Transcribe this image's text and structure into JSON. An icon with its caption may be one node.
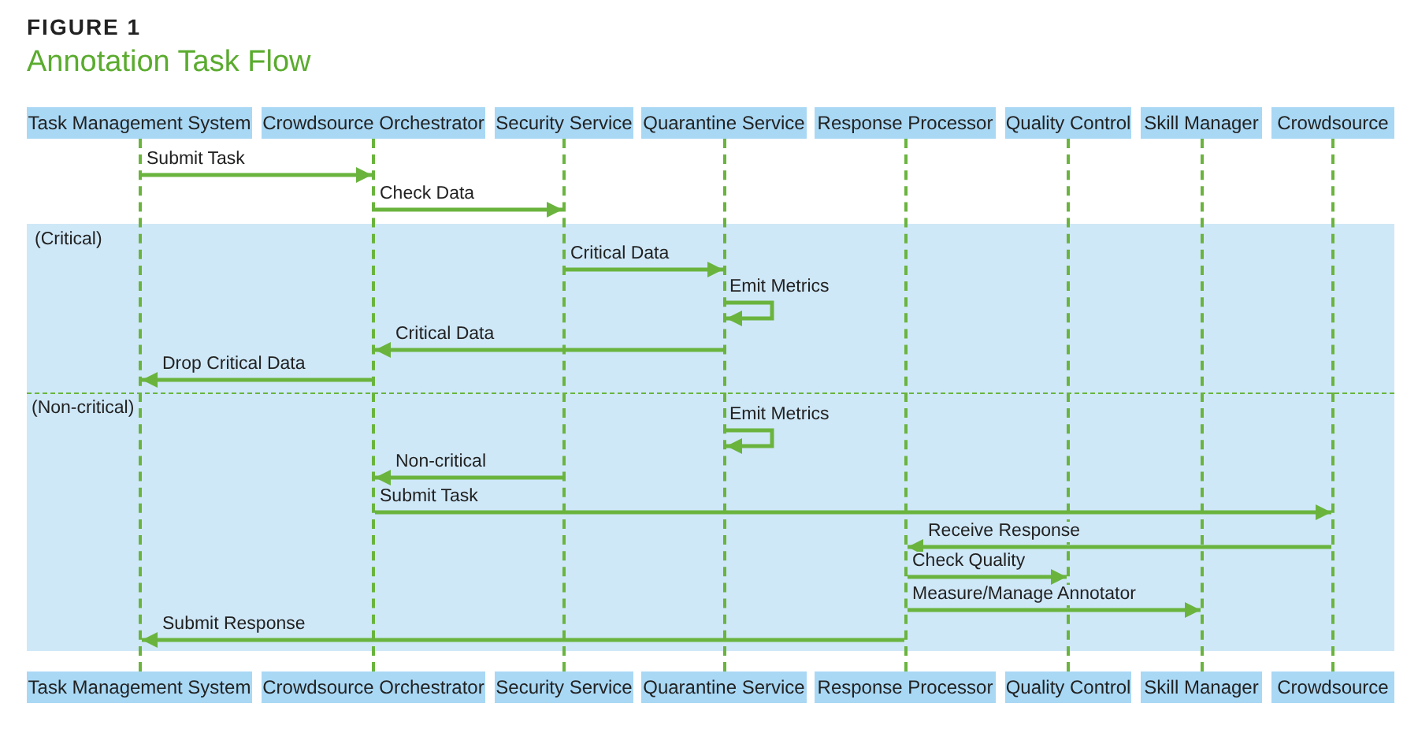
{
  "diagram": {
    "title": "Annotation Task Flow",
    "nodes": [
      {
        "text": [
          "Task Management System"
        ]
      },
      {
        "text": [
          "Crowdsource Orchestrator"
        ]
      },
      {
        "text": [
          "Security Service"
        ]
      },
      {
        "text": [
          "Quarantine Service"
        ]
      },
      {
        "text": [
          "Response Processor"
        ]
      },
      {
        "text": [
          "Quality Control"
        ]
      },
      {
        "text": [
          "Skill Manager"
        ]
      },
      {
        "text": [
          "Crowdsource"
        ]
      },
      {
        "text": [
          "Task Management System"
        ]
      },
      {
        "text": [
          "Crowdsource Orchestrator"
        ]
      },
      {
        "text": [
          "Security Service"
        ]
      },
      {
        "text": [
          "Quarantine Service"
        ]
      },
      {
        "text": [
          "Response Processor"
        ]
      },
      {
        "text": [
          "Quality Control"
        ]
      },
      {
        "text": [
          "Skill Manager"
        ]
      },
      {
        "text": [
          "Crowdsource"
        ]
      },
      {
        "text": [],
        "shape": "line"
      },
      {
        "text": [],
        "shape": "line"
      },
      {
        "text": [],
        "shape": "line"
      },
      {
        "text": [],
        "shape": "line"
      },
      {
        "text": [],
        "shape": "line"
      },
      {
        "text": [],
        "shape": "line"
      },
      {
        "text": [],
        "shape": "line"
      },
      {
        "text": [],
        "shape": "line"
      }
    ],
    "edges": [
      {
        "from": 16,
        "to": 17,
        "arrow": "to",
        "label": "Submit Task"
      },
      {
        "from": 17,
        "to": 18,
        "arrow": "to",
        "label": "Check Data"
      },
      {
        "from": 18,
        "to": 19,
        "arrow": "to",
        "label": "Critical Data"
      },
      {
        "from": 19,
        "to": 19,
        "arrow": "to",
        "label": "Emit Metrics"
      },
      {
        "from": 19,
        "to": 17,
        "arrow": "to",
        "label": "Critical Data"
      },
      {
        "from": 17,
        "to": 16,
        "arrow": "to",
        "label": "Drop Critical Data"
      },
      {
        "from": 19,
        "to": 19,
        "arrow": "to",
        "label": "Emit Metrics"
      },
      {
        "from": 18,
        "to": 17,
        "arrow": "to",
        "label": "Non-critical"
      },
      {
        "from": 17,
        "to": 23,
        "arrow": "to",
        "label": "Submit Task"
      },
      {
        "from": 23,
        "to": 20,
        "arrow": "to",
        "label": "Receive Response"
      },
      {
        "from": 20,
        "to": 21,
        "arrow": "to",
        "label": "Check Quality"
      },
      {
        "from": 20,
        "to": 22,
        "arrow": "to",
        "label": "Measure/Manage Annotator"
      },
      {
        "from": 20,
        "to": 16,
        "arrow": "to",
        "label": "Submit Response"
      }
    ],
    "labels": [
      "FIGURE 1",
      "(Critical)",
      "(Non-critical)"
    ]
  }
}
